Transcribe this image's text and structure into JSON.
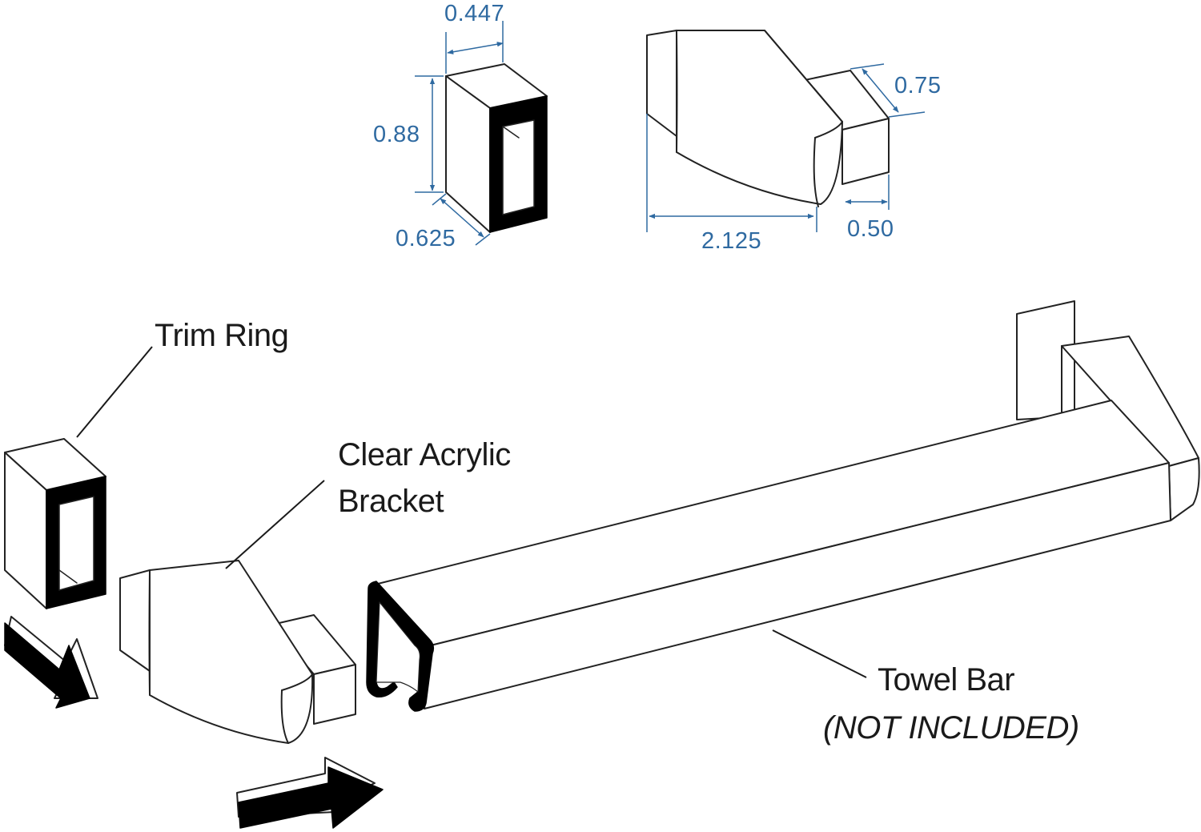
{
  "colors": {
    "dimension": "#2f6aa1",
    "outline": "#222222",
    "fill": "#ffffff",
    "solid": "#000000"
  },
  "dimensions": {
    "trim_width": "0.447",
    "trim_height": "0.88",
    "trim_depth": "0.625",
    "bracket_length": "2.125",
    "tab_height": "0.75",
    "tab_length": "0.50"
  },
  "labels": {
    "trim_ring": "Trim Ring",
    "bracket_line1": "Clear Acrylic",
    "bracket_line2": "Bracket",
    "towel_bar": "Towel Bar",
    "not_included": "(NOT INCLUDED)"
  },
  "icons": [
    "arrow-down-right-icon",
    "arrow-right-icon"
  ]
}
